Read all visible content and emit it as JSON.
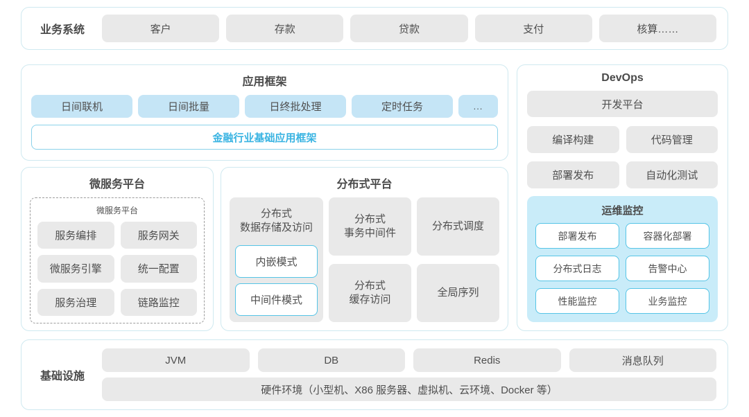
{
  "business": {
    "label": "业务系统",
    "items": [
      "客户",
      "存款",
      "贷款",
      "支付",
      "核算……"
    ]
  },
  "app_framework": {
    "title": "应用框架",
    "items": [
      "日间联机",
      "日间批量",
      "日终批处理",
      "定时任务",
      "..."
    ],
    "base_label": "金融行业基础应用框架"
  },
  "microservice": {
    "title": "微服务平台",
    "inner_title": "微服务平台",
    "items": [
      "服务编排",
      "服务网关",
      "微服务引擎",
      "统一配置",
      "服务治理",
      "链路监控"
    ]
  },
  "distributed": {
    "title": "分布式平台",
    "storage_label": "分布式\n数据存储及访问",
    "modes": [
      "内嵌模式",
      "中间件模式"
    ],
    "col2": [
      "分布式\n事务中间件",
      "分布式\n缓存访问"
    ],
    "col3": [
      "分布式调度",
      "全局序列"
    ]
  },
  "devops": {
    "title": "DevOps",
    "platform": "开发平台",
    "items": [
      "编译构建",
      "代码管理",
      "部署发布",
      "自动化测试"
    ],
    "monitor": {
      "title": "运维监控",
      "items": [
        "部署发布",
        "容器化部署",
        "分布式日志",
        "告警中心",
        "性能监控",
        "业务监控"
      ]
    }
  },
  "infrastructure": {
    "label": "基础设施",
    "items": [
      "JVM",
      "DB",
      "Redis",
      "消息队列"
    ],
    "hardware": "硬件环境（小型机、X86 服务器、虚拟机、云环境、Docker 等）"
  },
  "colors": {
    "accent": "#3ab4e2",
    "blue_box": "#c5e5f6",
    "monitor_bg": "#c9ecf9",
    "pill_border": "#55c4e6",
    "section_border": "#cfe9f0",
    "gray_box": "#e9e9e9",
    "text": "#4f4f4f"
  }
}
